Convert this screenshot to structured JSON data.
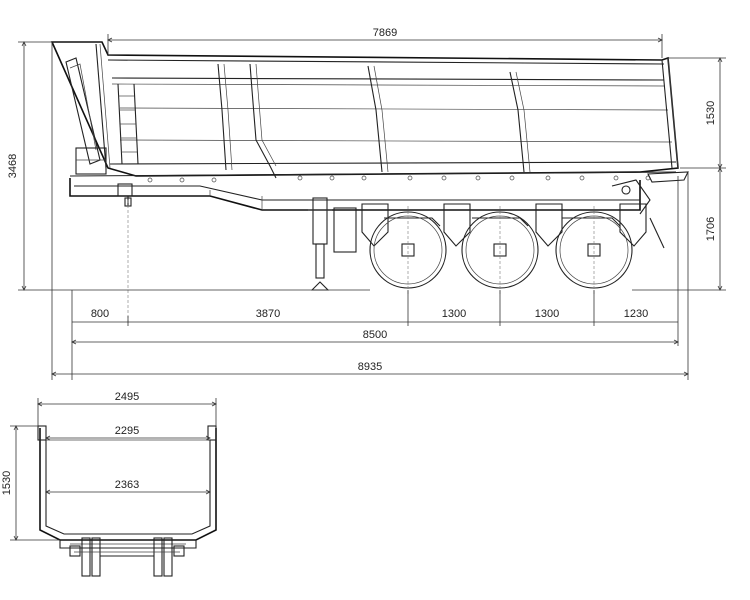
{
  "side_view": {
    "overall_length": "8935",
    "wheelbase_total": "8500",
    "body_length": "7869",
    "total_height": "3468",
    "body_height": "1530",
    "chassis_height": "1706",
    "segments": [
      "800",
      "3870",
      "1300",
      "1300",
      "1230"
    ]
  },
  "end_view": {
    "top_width": "2495",
    "inner_top_width": "2295",
    "inner_mid_width": "2363",
    "height": "1530"
  }
}
